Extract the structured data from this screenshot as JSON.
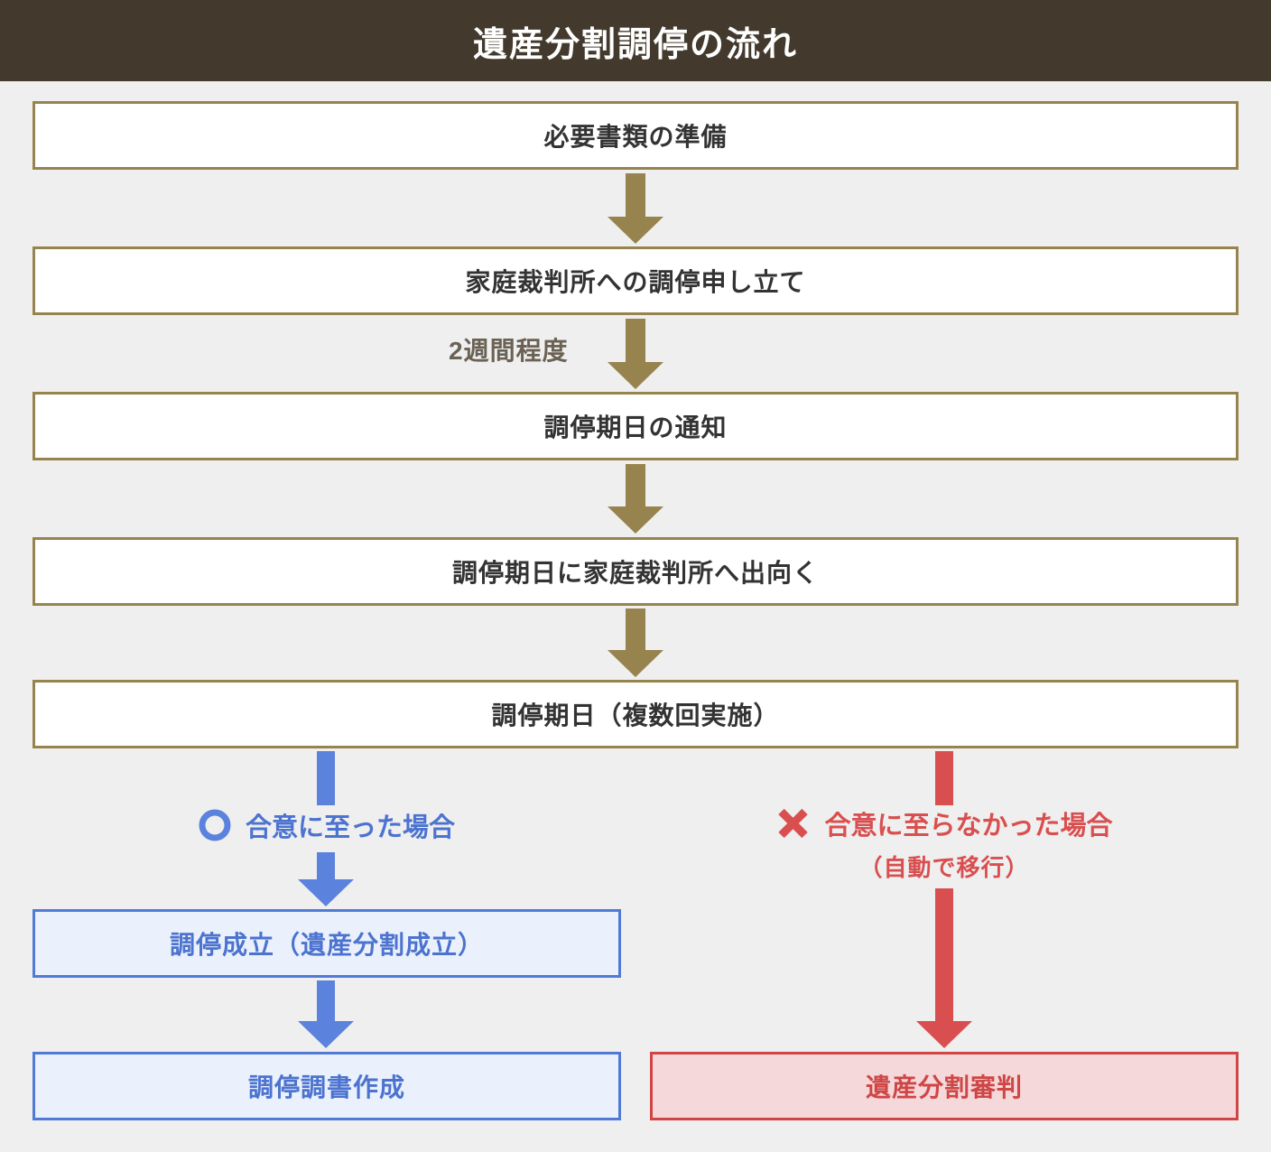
{
  "header": {
    "title": "遺産分割調停の流れ"
  },
  "flow": {
    "steps": [
      "必要書類の準備",
      "家庭裁判所への調停申し立て",
      "調停期日の通知",
      "調停期日に家庭裁判所へ出向く",
      "調停期日（複数回実施）"
    ],
    "interval_label": "2週間程度"
  },
  "branch_agree": {
    "icon": "circle-icon",
    "condition": "合意に至った場合",
    "result_box": "調停成立（遺産分割成立）",
    "final_box": "調停調書作成"
  },
  "branch_disagree": {
    "icon": "x-icon",
    "condition": "合意に至らなかった場合",
    "note": "（自動で移行）",
    "final_box": "遺産分割審判"
  },
  "colors": {
    "background": "#efefef",
    "header_bg": "#433a2d",
    "gold": "#97834e",
    "text": "#333333",
    "interval_text": "#6b6255",
    "blue": "#5b82dd",
    "blue_border": "#5179d6",
    "blue_fill": "#eaf1fc",
    "blue_text": "#4c73cf",
    "red": "#d94f4f",
    "red_border": "#d04545",
    "red_fill": "#f5d8da",
    "red_text": "#cf4646"
  }
}
